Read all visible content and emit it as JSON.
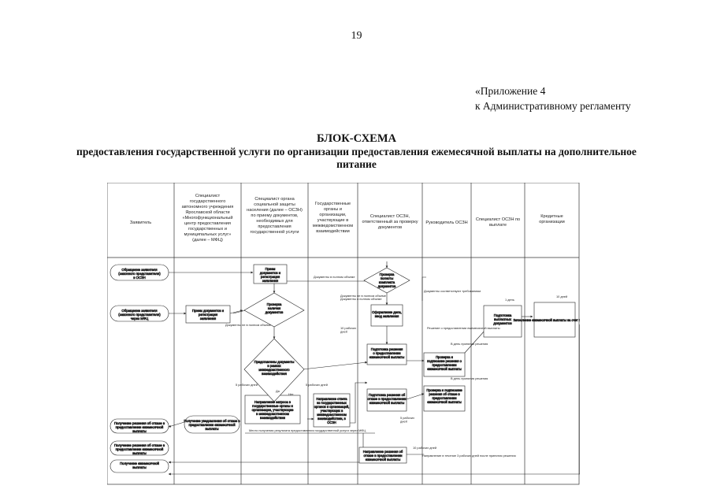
{
  "page_number": "19",
  "appendix": {
    "line1": "«Приложение 4",
    "line2": "к Административному регламенту"
  },
  "title": "БЛОК-СХЕМА",
  "subtitle": "предоставления государственной услуги по организации предоставления ежемесячной выплаты на дополнительное питание",
  "lanes": [
    [
      "Заявитель"
    ],
    [
      "Специалист",
      "государственного",
      "автономного учреждения",
      "Ярославской области",
      "«Многофункциональный",
      "центр предоставления",
      "государственных и",
      "муниципальных услуг»",
      "(далее – МФЦ)"
    ],
    [
      "Специалист органа",
      "социальной защиты",
      "населения (далее – ОСЗН)",
      "по приему документов,",
      "необходимых для",
      "предоставления",
      "государственной услуги"
    ],
    [
      "Государственные",
      "органы и",
      "организации,",
      "участвующие в",
      "межведомственном",
      "взаимодействии"
    ],
    [
      "Специалист ОСЗН,",
      "ответственный за проверку",
      "документов"
    ],
    [
      "Руководитель ОСЗН"
    ],
    [
      "Специалист ОСЗН по",
      "выплате"
    ],
    [
      "Кредитные",
      "организации"
    ]
  ],
  "boxes": {
    "a1": [
      "Обращение заявителя",
      "(законного представителя)",
      "в ОСЗН"
    ],
    "a2": [
      "Обращение заявителя",
      "(законного представителя)",
      "через МФЦ"
    ],
    "a3": [
      "Получение решения об отказе в",
      "предоставлении ежемесячной",
      "выплаты"
    ],
    "a4": [
      "Получение решения об отказе в",
      "предоставлении ежемесячной",
      "выплаты"
    ],
    "a5": [
      "Получение ежемесячной",
      "выплаты"
    ],
    "m1": [
      "Прием документов и",
      "регистрация",
      "заявления"
    ],
    "m2": [
      "Направление запроса в",
      "государственные органы и",
      "организации, участвующие",
      "в межведомственном",
      "взаимодействии"
    ],
    "m3": [
      "Получение уведомления об отказе в",
      "предоставлении ежемесячной",
      "выплаты"
    ],
    "s1": [
      "Прием",
      "документов и",
      "регистрация",
      "заявления"
    ],
    "g1": [
      "Направление ответа",
      "из государственных",
      "органов и организаций,",
      "участвующих в",
      "межведомственном",
      "взаимодействии, в",
      "ОСЗН"
    ],
    "v1": [
      "Оформление дела,",
      "ввод заявления"
    ],
    "v2": [
      "Подготовка решения",
      "о предоставлении",
      "ежемесячной выплаты"
    ],
    "v3": [
      "Подготовка решения об",
      "отказе в предоставлении",
      "ежемесячной выплаты"
    ],
    "v4": [
      "Направление решения об",
      "отказе в предоставлении",
      "ежемесячной выплаты"
    ],
    "r1": [
      "Проверка и",
      "подписание решения о",
      "предоставлении",
      "ежемесячной выплаты"
    ],
    "r2": [
      "Проверка и подписание",
      "решения об отказе в",
      "предоставлении",
      "ежемесячной выплаты"
    ],
    "p1": [
      "Подготовка",
      "выплатных",
      "документов"
    ],
    "k1": [
      "Зачисление ежемесячной выплаты на счет получателя"
    ]
  },
  "diamonds": {
    "d1": [
      "Проверка",
      "наличия",
      "документов"
    ],
    "d2": [
      "Проверка",
      "полноты",
      "комплекта",
      "документов"
    ],
    "d3": [
      "Представлены документы",
      "в рамках",
      "межведомственного",
      "взаимодействия"
    ]
  },
  "labels": {
    "l1": "Документы не в полном объеме",
    "l2": "Документы в полном объеме",
    "l3": "Документы не в полном объеме",
    "l4": "Документы в полном объеме",
    "l5": "Документы соответствуют требованиям",
    "l6": [
      "10 рабочих",
      "дней"
    ],
    "l7": "5 рабочих дней",
    "l8": "5 рабочих дней",
    "l9": [
      "5 рабочих",
      "дней"
    ],
    "l10": "Решение о предоставлении ежемесячной выплаты",
    "l11": "1 день",
    "l12": "10 дней",
    "l13": "В день принятия решения",
    "l14": "В день принятия решения",
    "l15": "10 рабочих дней",
    "l16": "Место получения результата предоставления государственной услуги через МФЦ",
    "l17": "Направление в течение 3 рабочих дней после принятия решения",
    "l18": "Да",
    "l19": "Нет"
  }
}
